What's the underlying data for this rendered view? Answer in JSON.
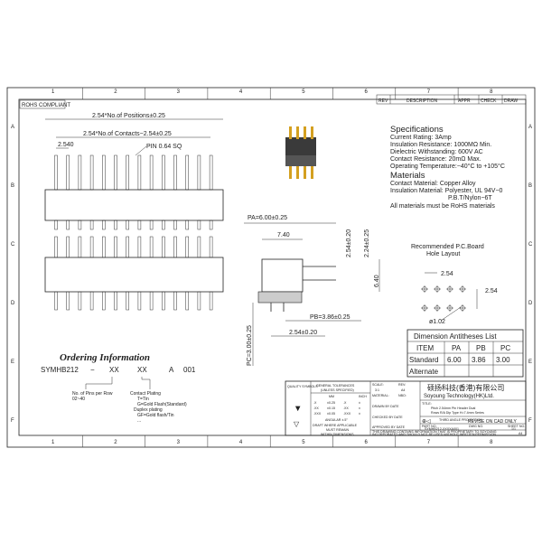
{
  "sheet": {
    "columns": [
      "1",
      "2",
      "3",
      "4",
      "5",
      "6",
      "7",
      "8"
    ],
    "rows": [
      "A",
      "B",
      "C",
      "D",
      "E",
      "F"
    ],
    "rohs_label": "ROHS COMPLIANT"
  },
  "revision_table": {
    "headers": [
      "REV",
      "DESCRIPTION",
      "APPR",
      "CHECK",
      "DRAW"
    ]
  },
  "specifications": {
    "title": "Specifications",
    "lines": [
      "Current Rating:  3Amp",
      "Insulation Resistance: 1000MΩ Min.",
      "Dielectric Withstanding:  600V AC",
      "Contact Resistance:  20mΩ Max.",
      "Operating Temperature:−40°C to +105°C"
    ],
    "materials_title": "Materials",
    "materials": [
      "Contact Material: Copper Alloy",
      "Insulation Material: Polyester, UL 94V−0",
      "P.B.T/Nylon−6T",
      "All materials must be RoHS materials"
    ]
  },
  "top_view": {
    "dim_positions": "2.54*No.of  Positions±0.25",
    "dim_contacts": "2.54*No.of  Contacts−2.54±0.25",
    "dim_pitch": "2.540",
    "pin_label": "PIN 0.64 SQ"
  },
  "side_view": {
    "pa": "PA=6.00±0.25",
    "d740": "7.40",
    "d254a": "2.54±0.20",
    "d224": "2.24±0.25",
    "d640": "6.40",
    "pb": "PB=3.86±0.25",
    "d254b": "2.54±0.20",
    "pc": "PC=3.00±0.25"
  },
  "hole_layout": {
    "title1": "Recommended  P.C.Board",
    "title2": "Hole  Layout",
    "pitch_x": "2.54",
    "pitch_y": "2.54",
    "hole_dia": "ø1.02"
  },
  "dimension_table": {
    "title": "Dimension  Antitheses  List",
    "headers": [
      "ITEM",
      "PA",
      "PB",
      "PC"
    ],
    "rows": [
      [
        "Standard",
        "6.00",
        "3.86",
        "3.00"
      ],
      [
        "Alternate",
        "",
        "",
        ""
      ]
    ]
  },
  "ordering": {
    "title": "Ordering Information",
    "code": [
      "SYMHB212",
      "−",
      "XX",
      "XX",
      "A",
      "001"
    ],
    "pins_label": "No. of Pins per Row",
    "pins_range": "02~40",
    "plating_label": "Contact Plating",
    "plating_options": [
      "T=Tin",
      "G=Gold Flash(Standard)"
    ],
    "duplex_label": "Duplex plating",
    "duplex_options": [
      "GF=Gold flash/Tin",
      "..."
    ]
  },
  "title_block": {
    "quality_symbols": "QUALITY SYMBOLS",
    "general_tol": "GENERAL TOLERANCES",
    "unless": "(UNLESS SPECIFIED)",
    "mm": "MM",
    "inch": "INCH",
    "tol_rows": [
      [
        ".X",
        "±0.25",
        ".X",
        "±"
      ],
      [
        ".XX",
        "±0.15",
        ".XX",
        "±"
      ],
      [
        ".XXX",
        "±0.05",
        ".XXX",
        "±"
      ]
    ],
    "angular": "ANGULAR ±.5°",
    "draft": "DRAFT WHERE APPLICABLE",
    "must": "MUST REMAIN",
    "within": "WITHIN DIMENSIONS",
    "scale_label": "SCALE:",
    "scale": "3:1",
    "rev_label": "REV:",
    "rev": "A4",
    "material_label": "MATERIAL:",
    "nbr_label": "NBO:",
    "drawn": "DRAWN BY   DATE",
    "checked": "CHECKED BY   DATE",
    "approved": "APPROVED BY   DATE",
    "company_cn": "硕扬科技(香港)有限公司",
    "company_en": "Soyoung  Technology(HK)Ltd.",
    "title_label": "TITLE:",
    "title_line1": "Pitch 2.54mm Pin Header Dual",
    "title_line2": "Rows R/A Dip Type H=7.4mm Series",
    "projection": "THIRD ANGLE PROJECTION",
    "revise": "REVISE ON CAD ONLY",
    "part_no_label": "PART NO.",
    "part_no": "SYMHB212-XXXXA001",
    "dwg_no_label": "DWG NO.",
    "sheet_label": "SHEET NO.",
    "sheet": "1/1",
    "notice": "THIS DRAWING CONTAINS INFORMATION THAT IS PROPRIETARY TO SOYOUNG",
    "notice2": "INCORPORATED AND SHOULD NOT BE USED WITHOUT WRITTEN PERMISSION",
    "size": "A4"
  }
}
